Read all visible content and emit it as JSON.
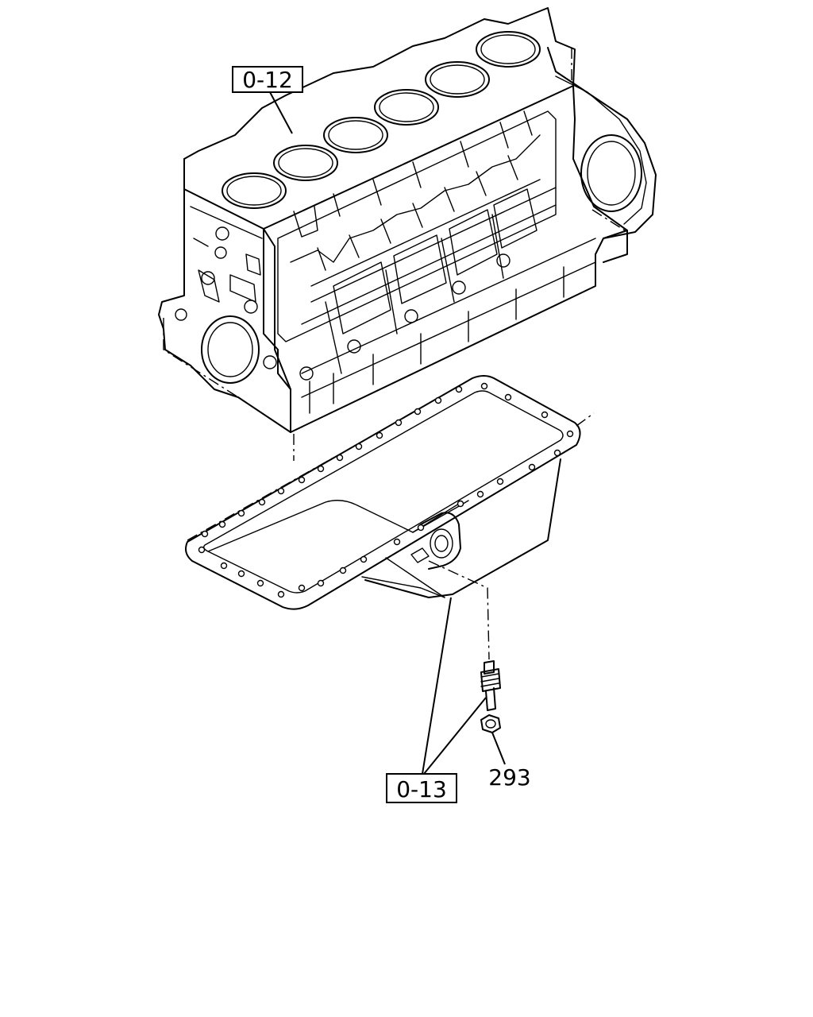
{
  "callouts": {
    "block_ref": "0-12",
    "oil_pan_ref": "0-13",
    "nut_part_no": "293"
  }
}
